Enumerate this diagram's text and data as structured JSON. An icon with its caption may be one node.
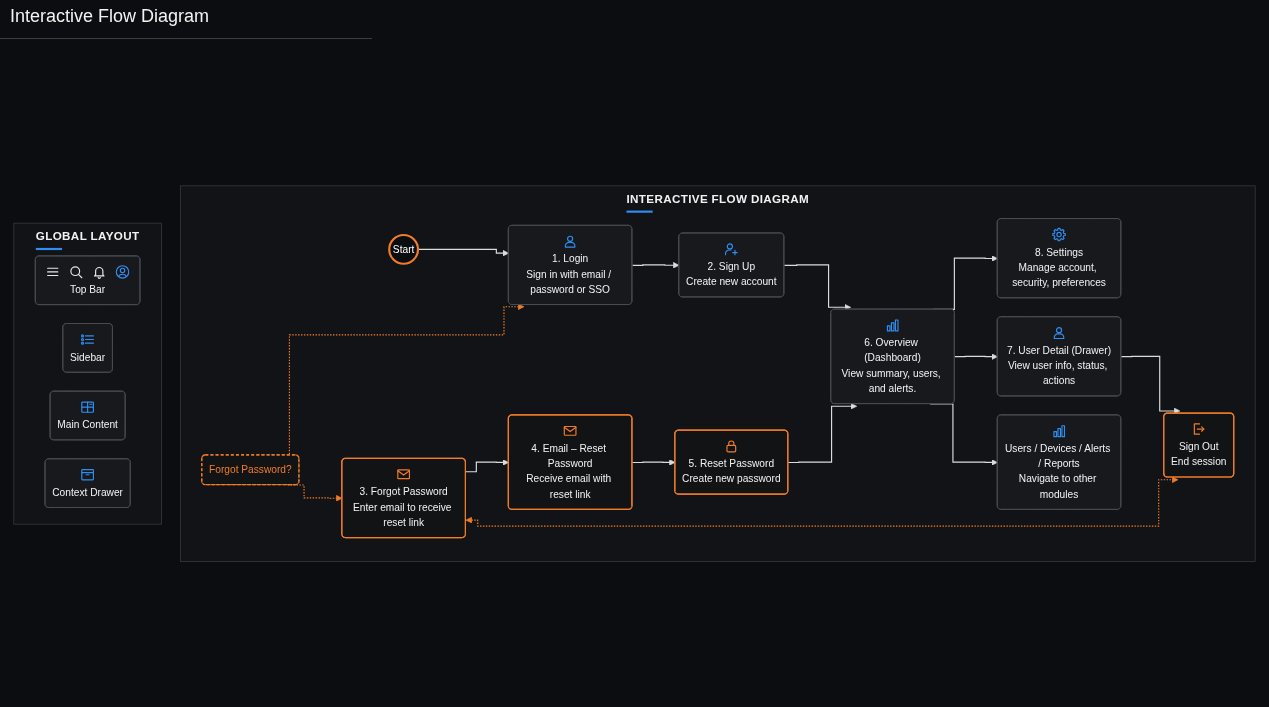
{
  "diagram": {
    "title": "Interactive Flow Diagram",
    "nodes": [
      {
        "text": [
          "GLOBAL LAYOUT"
        ]
      },
      {
        "text": [
          "Top Bar"
        ],
        "in": 0
      },
      {
        "text": [
          "Sidebar"
        ],
        "in": 0
      },
      {
        "text": [
          "Main Content"
        ],
        "in": 0
      },
      {
        "text": [
          "Context Drawer"
        ],
        "in": 0
      },
      {
        "text": [
          "INTERACTIVE FLOW DIAGRAM"
        ]
      },
      {
        "text": [
          "Start"
        ],
        "in": 5
      },
      {
        "text": [
          "1. Login",
          "Sign in with email / password or SSO"
        ],
        "in": 5
      },
      {
        "text": [
          "2. Sign Up",
          "Create new account"
        ],
        "in": 5
      },
      {
        "text": [
          "6. Overview (Dashboard)",
          "View summary, users, and alerts."
        ],
        "in": 5
      },
      {
        "text": [
          "8. Settings",
          "Manage account, security, preferences"
        ],
        "in": 5
      },
      {
        "text": [
          "7. User Detail (Drawer)",
          "View user info, status, actions"
        ],
        "in": 5
      },
      {
        "text": [
          "Users / Devices / Alerts / Reports",
          "Navigate to other modules"
        ],
        "in": 5
      },
      {
        "text": [
          "Sign Out",
          "End session"
        ],
        "in": 5
      },
      {
        "text": [
          "Forgot Password?"
        ],
        "in": 5
      },
      {
        "text": [
          "3. Forgot Password",
          "Enter email to receive reset link"
        ],
        "in": 5
      },
      {
        "text": [
          "4. Email – Reset Password",
          "Receive email with reset link"
        ],
        "in": 5
      },
      {
        "text": [
          "5. Reset Password",
          "Create new password"
        ],
        "in": 5
      }
    ],
    "edges": [
      {
        "from": 6,
        "to": 7,
        "arrow": "to"
      },
      {
        "from": 7,
        "to": 8,
        "arrow": "to"
      },
      {
        "from": 8,
        "to": 9,
        "arrow": "to"
      },
      {
        "from": 9,
        "to": 10,
        "arrow": "to"
      },
      {
        "from": 9,
        "to": 11,
        "arrow": "to"
      },
      {
        "from": 9,
        "to": 12,
        "arrow": "to"
      },
      {
        "from": 11,
        "to": 13,
        "arrow": "to"
      },
      {
        "from": 14,
        "to": 7,
        "arrow": "to",
        "style": "dashed",
        "color": "#f07c2a"
      },
      {
        "from": 14,
        "to": 15,
        "arrow": "to",
        "style": "dashed",
        "color": "#f07c2a"
      },
      {
        "from": 15,
        "to": 16,
        "arrow": "to"
      },
      {
        "from": 16,
        "to": 17,
        "arrow": "to"
      },
      {
        "from": 17,
        "to": 9,
        "arrow": "to"
      },
      {
        "from": 15,
        "to": 13,
        "arrow": "both",
        "style": "dashed",
        "color": "#f07c2a"
      }
    ]
  }
}
